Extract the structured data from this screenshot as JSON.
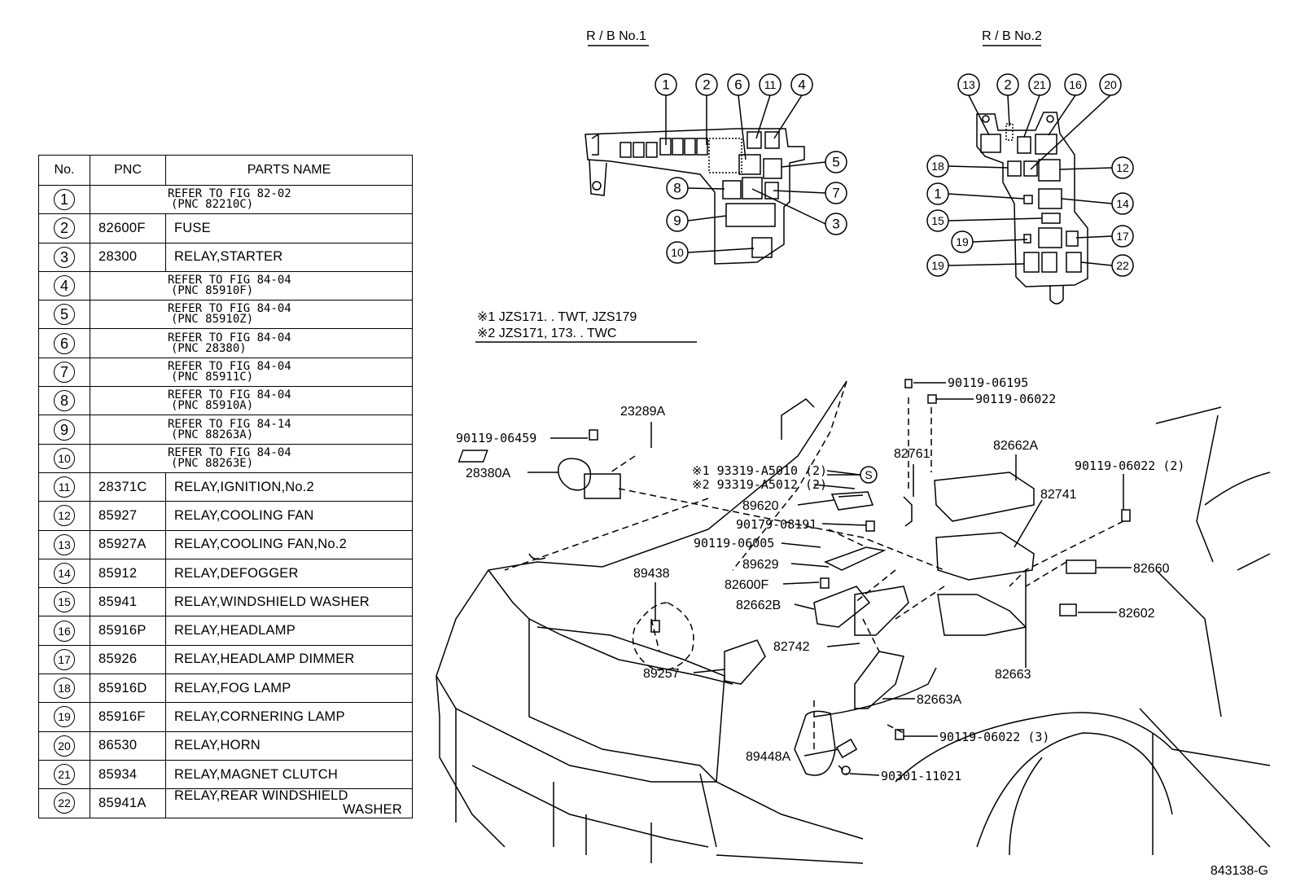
{
  "table": {
    "headers": [
      "No.",
      "PNC",
      "PARTS NAME"
    ],
    "rows": [
      {
        "no": "1",
        "ref1": "REFER TO FIG 82-02",
        "ref2": "(PNC 82210C)"
      },
      {
        "no": "2",
        "pnc": "82600F",
        "name": "FUSE"
      },
      {
        "no": "3",
        "pnc": "28300",
        "name": "RELAY,STARTER"
      },
      {
        "no": "4",
        "ref1": "REFER TO FIG 84-04",
        "ref2": "(PNC 85910F)"
      },
      {
        "no": "5",
        "ref1": "REFER TO FIG 84-04",
        "ref2": "(PNC 85910Z)"
      },
      {
        "no": "6",
        "ref1": "REFER TO FIG 84-04",
        "ref2": "(PNC 28380)"
      },
      {
        "no": "7",
        "ref1": "REFER TO FIG 84-04",
        "ref2": "(PNC 85911C)"
      },
      {
        "no": "8",
        "ref1": "REFER TO FIG 84-04",
        "ref2": "(PNC 85910A)"
      },
      {
        "no": "9",
        "ref1": "REFER TO FIG 84-14",
        "ref2": "(PNC 88263A)"
      },
      {
        "no": "10",
        "ref1": "REFER TO FIG 84-04",
        "ref2": "(PNC 88263E)"
      },
      {
        "no": "11",
        "pnc": "28371C",
        "name": "RELAY,IGNITION,No.2"
      },
      {
        "no": "12",
        "pnc": "85927",
        "name": "RELAY,COOLING FAN"
      },
      {
        "no": "13",
        "pnc": "85927A",
        "name": "RELAY,COOLING FAN,No.2"
      },
      {
        "no": "14",
        "pnc": "85912",
        "name": "RELAY,DEFOGGER"
      },
      {
        "no": "15",
        "pnc": "85941",
        "name": "RELAY,WINDSHIELD WASHER"
      },
      {
        "no": "16",
        "pnc": "85916P",
        "name": "RELAY,HEADLAMP"
      },
      {
        "no": "17",
        "pnc": "85926",
        "name": "RELAY,HEADLAMP DIMMER"
      },
      {
        "no": "18",
        "pnc": "85916D",
        "name": "RELAY,FOG LAMP"
      },
      {
        "no": "19",
        "pnc": "85916F",
        "name": "RELAY,CORNERING LAMP"
      },
      {
        "no": "20",
        "pnc": "86530",
        "name": "RELAY,HORN"
      },
      {
        "no": "21",
        "pnc": "85934",
        "name": "RELAY,MAGNET CLUTCH"
      },
      {
        "no": "22",
        "pnc": "85941A",
        "name": "RELAY,REAR WINDSHIELD",
        "name2": "WASHER"
      }
    ]
  },
  "diagram": {
    "rb1": {
      "title": "R / B No.1",
      "callouts": {
        "c1": "1",
        "c2": "2",
        "c6": "6",
        "c11": "11",
        "c4": "4",
        "c5": "5",
        "c7": "7",
        "c3": "3",
        "c8": "8",
        "c9": "9",
        "c10": "10"
      }
    },
    "rb2": {
      "title": "R / B No.2",
      "callouts": {
        "c13": "13",
        "c2": "2",
        "c21": "21",
        "c16": "16",
        "c20": "20",
        "c18": "18",
        "c12": "12",
        "c1": "1",
        "c14": "14",
        "c15": "15",
        "c19a": "19",
        "c17": "17",
        "c19b": "19",
        "c22": "22"
      }
    },
    "notes": {
      "n1": "※1 JZS171. . TWT, JZS179",
      "n2": "※2 JZS171, 173. . TWC"
    },
    "labels": {
      "l90119_06195": "90119-06195",
      "l90119_06022": "90119-06022",
      "l23289A": "23289A",
      "l90119_06459": "90119-06459",
      "l28380A": "28380A",
      "l82761": "82761",
      "l82662A": "82662A",
      "l90119_06022_2": "90119-06022 (2)",
      "l93319_A5010": "※1 93319-A5010 (2)",
      "l93319_A5012": "※2 93319-A5012 (2)",
      "s_mark": "S",
      "l89620": "89620",
      "l82741": "82741",
      "l90179_08191": "90179-08191",
      "l90119_06005": "90119-06005",
      "l82660": "82660",
      "l89438": "89438",
      "l89629": "89629",
      "l82600F": "82600F",
      "l82662B": "82662B",
      "l82602": "82602",
      "l82742": "82742",
      "l89257": "89257",
      "l82663": "82663",
      "l82663A": "82663A",
      "l90119_06022_3": "90119-06022 (3)",
      "l89448A": "89448A",
      "l90301_11021": "90301-11021"
    },
    "figure_id": "843138-G"
  }
}
